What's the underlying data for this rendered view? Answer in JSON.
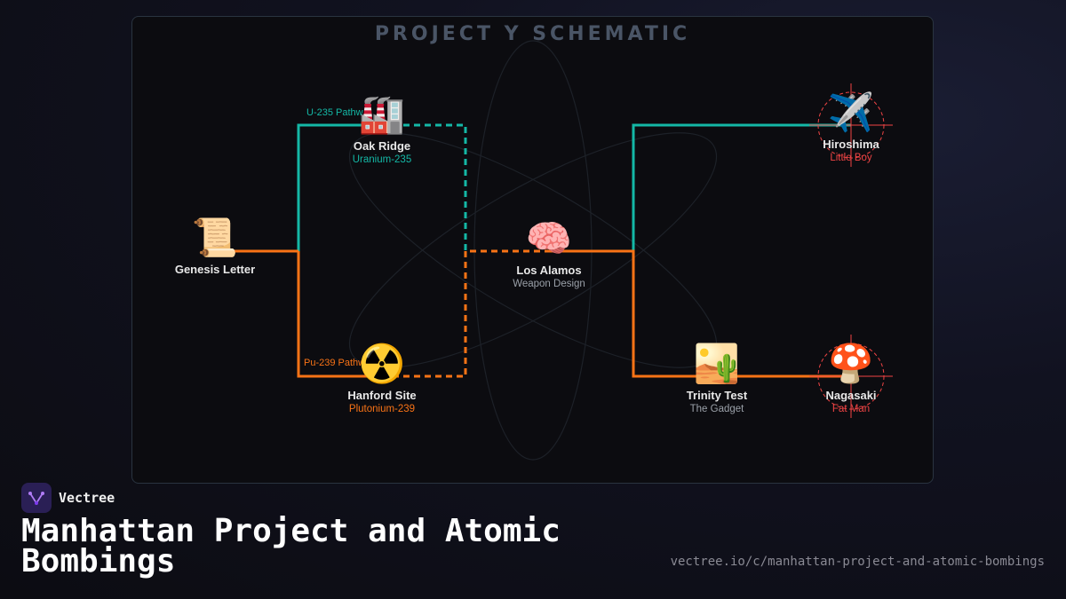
{
  "schematic_title": "PROJECT Y SCHEMATIC",
  "colors": {
    "uranium": "#14b8a6",
    "plutonium": "#f97316",
    "target": "#ef4444",
    "accent": "#7c3aed"
  },
  "paths": {
    "u235_label": "U-235 Pathw",
    "pu239_label": "Pu-239 Pathw"
  },
  "nodes": {
    "genesis": {
      "icon": "scroll-icon",
      "emoji": "📜",
      "name": "Genesis Letter",
      "sub": ""
    },
    "oak_ridge": {
      "icon": "factory-icon",
      "emoji": "🏭",
      "name": "Oak Ridge",
      "sub": "Uranium-235"
    },
    "hanford": {
      "icon": "radioactive-icon",
      "emoji": "☢️",
      "name": "Hanford Site",
      "sub": "Plutonium-239"
    },
    "los_alamos": {
      "icon": "brain-icon",
      "emoji": "🧠",
      "name": "Los Alamos",
      "sub": "Weapon Design"
    },
    "trinity": {
      "icon": "desert-icon",
      "emoji": "🏜️",
      "name": "Trinity Test",
      "sub": "The Gadget"
    },
    "hiroshima": {
      "icon": "airplane-icon",
      "emoji": "✈️",
      "name": "Hiroshima",
      "sub": "Little Boy"
    },
    "nagasaki": {
      "icon": "mushroom-icon",
      "emoji": "🍄",
      "name": "Nagasaki",
      "sub": "Fat Man"
    }
  },
  "brand": {
    "name": "Vectree",
    "icon": "vectree-logo-icon"
  },
  "title": "Manhattan Project and Atomic Bombings",
  "url": "vectree.io/c/manhattan-project-and-atomic-bombings"
}
